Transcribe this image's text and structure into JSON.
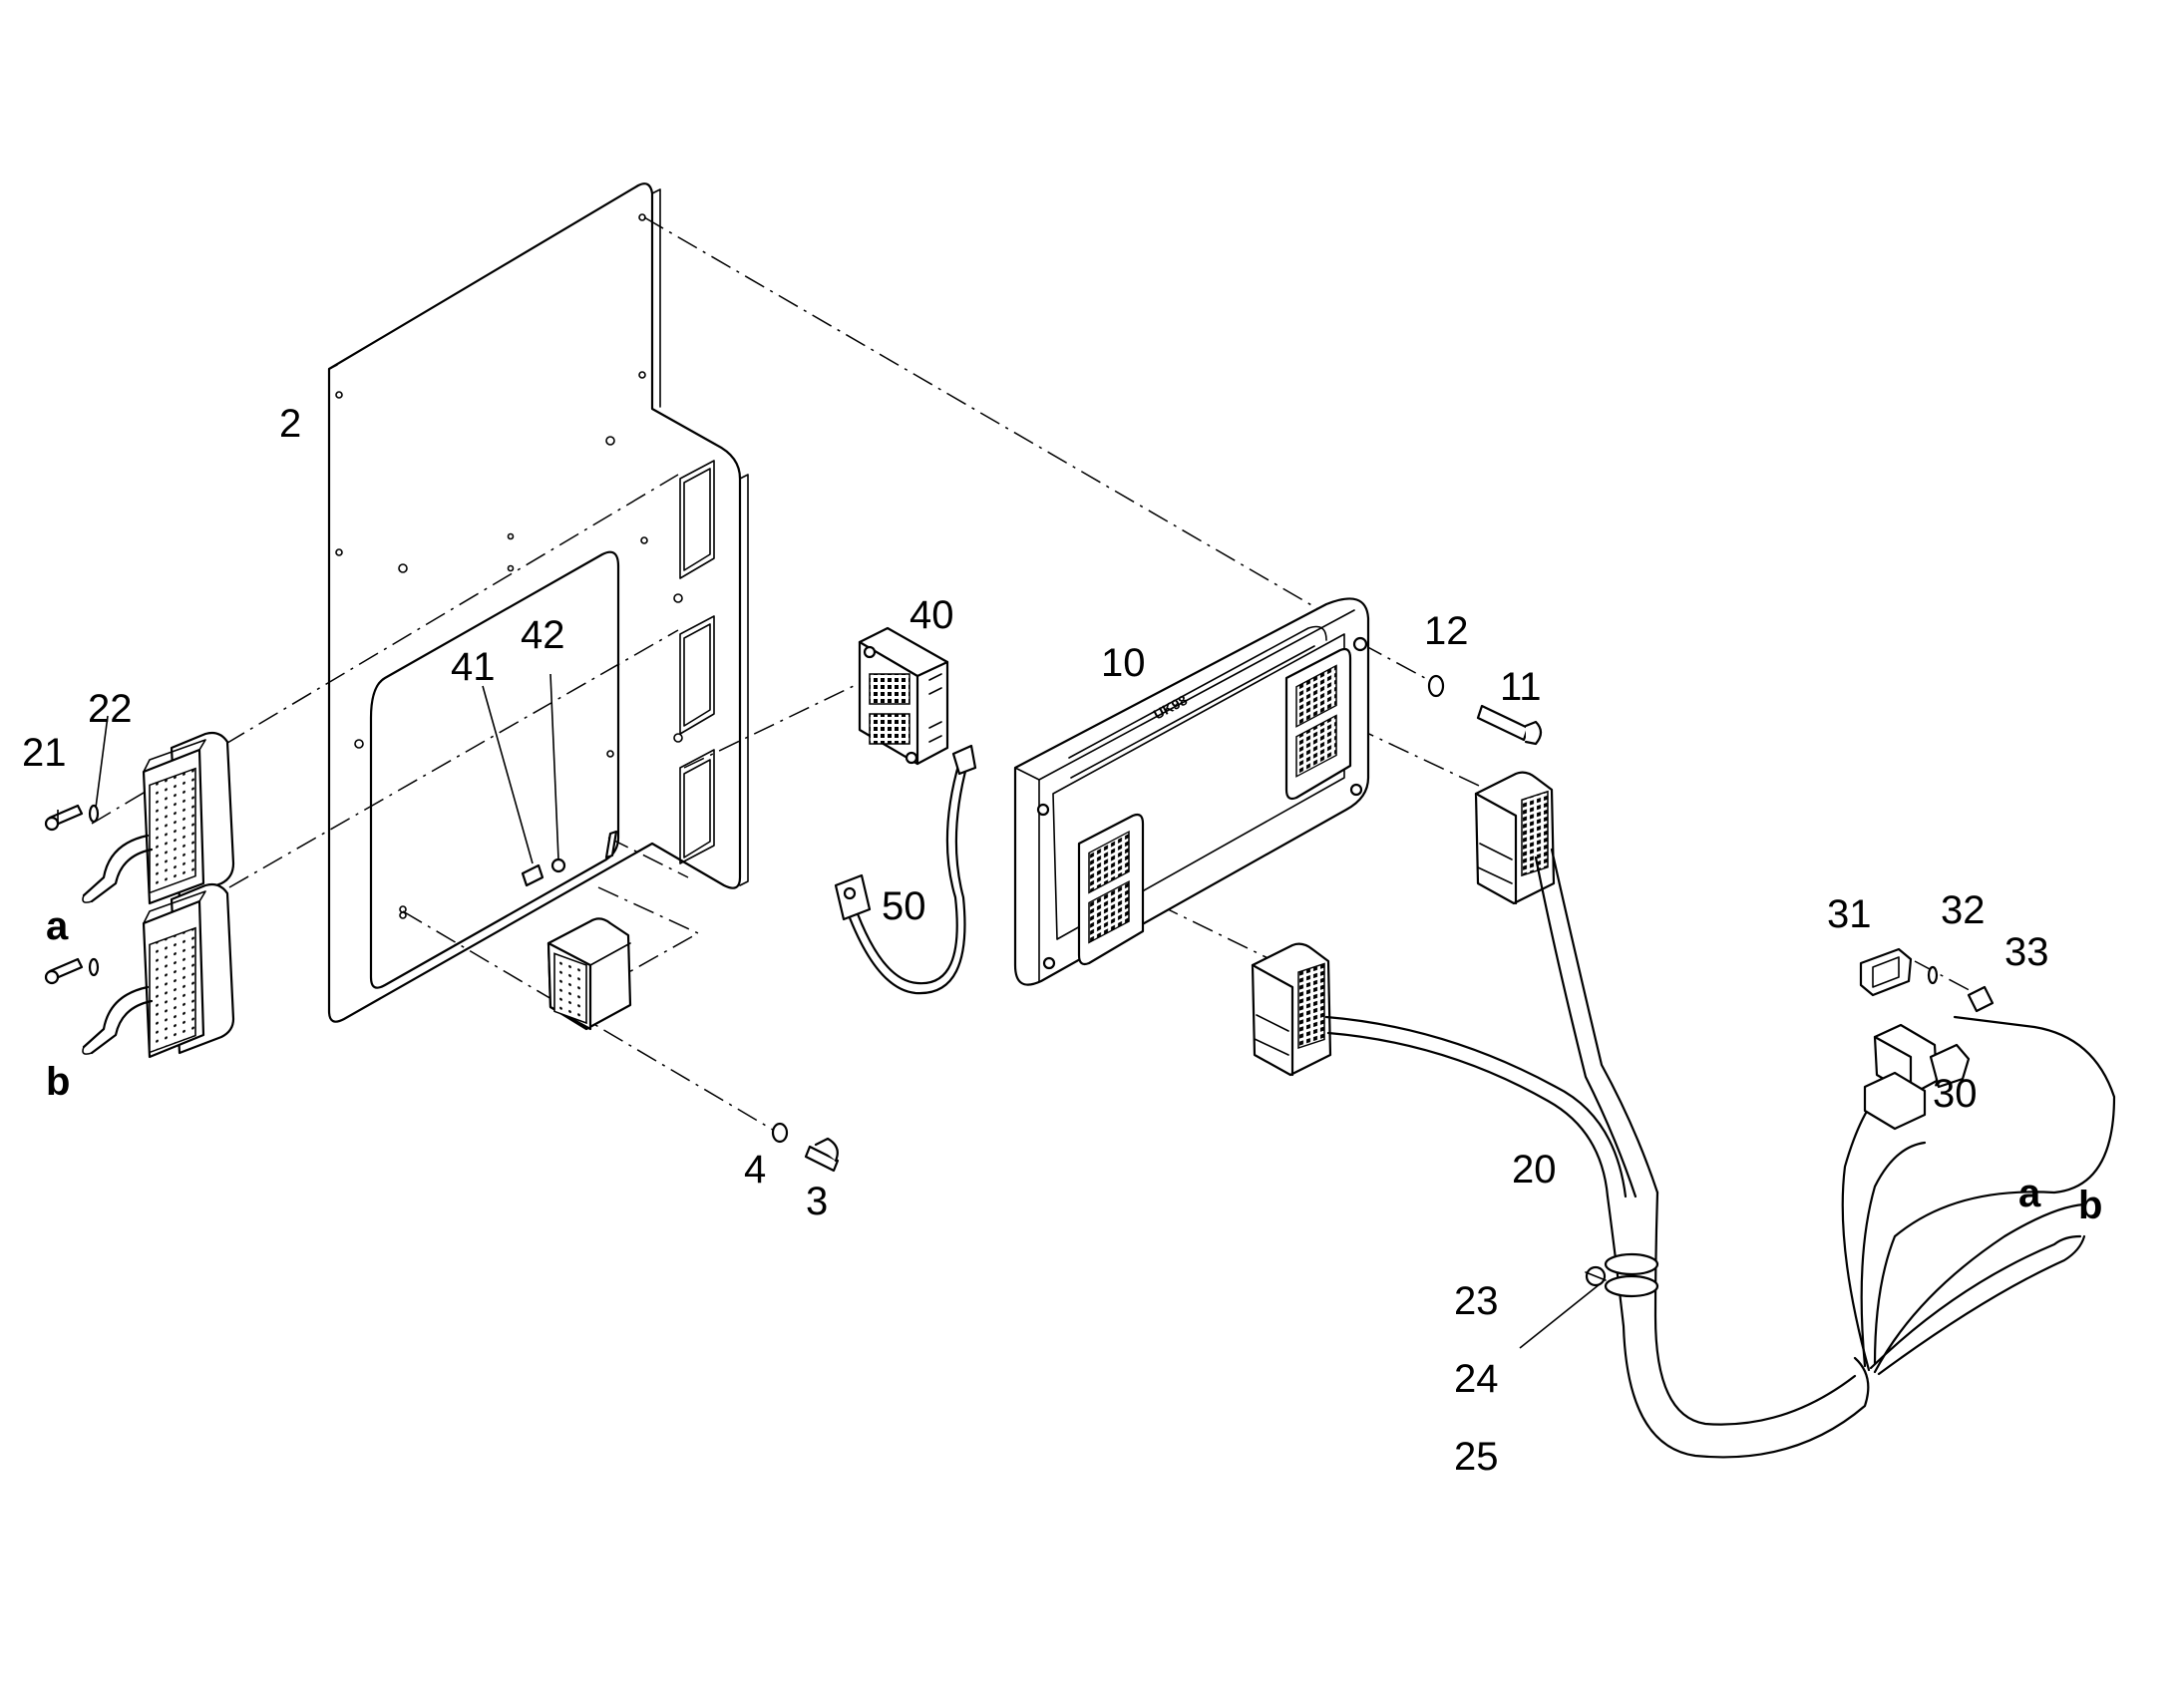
{
  "diagram": {
    "module_marking": "UK98",
    "callouts": [
      {
        "id": "2",
        "text": "2"
      },
      {
        "id": "3",
        "text": "3"
      },
      {
        "id": "4",
        "text": "4"
      },
      {
        "id": "10",
        "text": "10"
      },
      {
        "id": "11",
        "text": "11"
      },
      {
        "id": "12",
        "text": "12"
      },
      {
        "id": "20",
        "text": "20"
      },
      {
        "id": "21",
        "text": "21"
      },
      {
        "id": "22",
        "text": "22"
      },
      {
        "id": "23",
        "text": "23"
      },
      {
        "id": "24",
        "text": "24"
      },
      {
        "id": "25",
        "text": "25"
      },
      {
        "id": "30",
        "text": "30"
      },
      {
        "id": "31",
        "text": "31"
      },
      {
        "id": "32",
        "text": "32"
      },
      {
        "id": "33",
        "text": "33"
      },
      {
        "id": "40",
        "text": "40"
      },
      {
        "id": "41",
        "text": "41"
      },
      {
        "id": "42",
        "text": "42"
      },
      {
        "id": "50",
        "text": "50"
      }
    ],
    "wire_tags": [
      {
        "id": "a-left",
        "text": "a"
      },
      {
        "id": "b-left",
        "text": "b"
      },
      {
        "id": "a-right",
        "text": "a"
      },
      {
        "id": "b-right",
        "text": "b"
      }
    ]
  }
}
